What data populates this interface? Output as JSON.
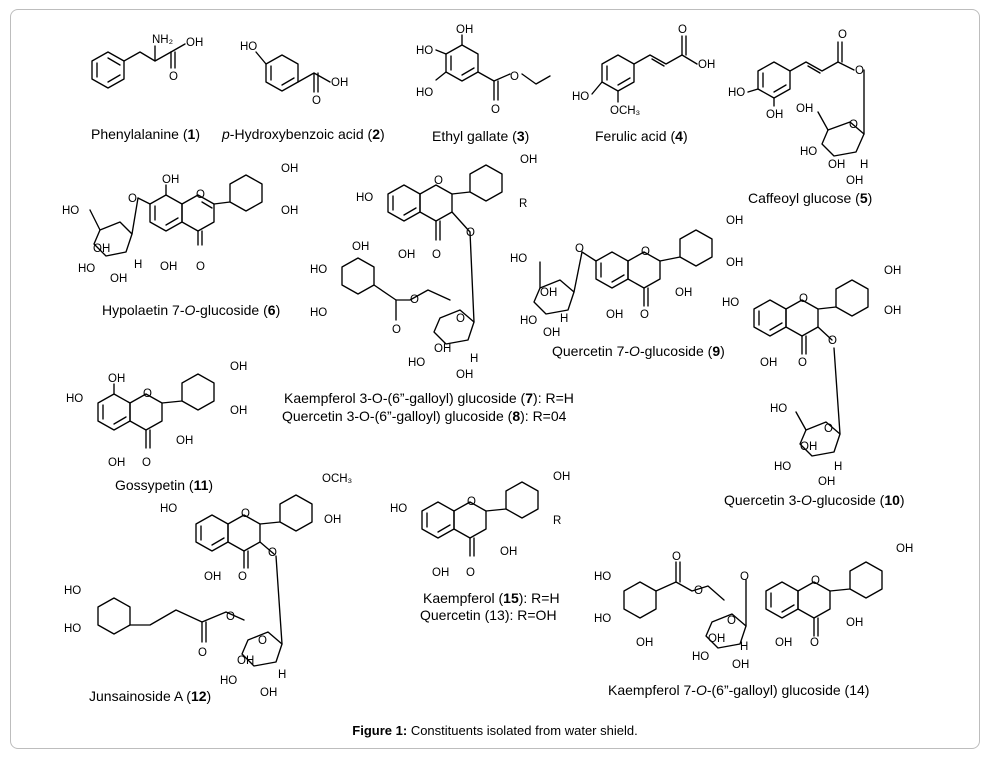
{
  "compounds": [
    {
      "pre": "",
      "name": "Phenylalanine",
      "num": "1",
      "suffix": ""
    },
    {
      "pre": "p",
      "name": "-Hydroxybenzoic acid",
      "num": "2",
      "suffix": ""
    },
    {
      "pre": "",
      "name": "Ethyl gallate",
      "num": "3",
      "suffix": ""
    },
    {
      "pre": "",
      "name": "Ferulic acid",
      "num": "4",
      "suffix": ""
    },
    {
      "pre": "",
      "name": "Caffeoyl glucose",
      "num": "5",
      "suffix": ""
    },
    {
      "pre": "",
      "name": "Hypolaetin 7-",
      "ital": "O",
      "name2": "-glucoside",
      "num": "6",
      "suffix": ""
    },
    {
      "pre": "",
      "name": "Kaempferol 3-O-(6”-galloyl) glucoside",
      "num": "7",
      "suffix": ": R=H"
    },
    {
      "pre": "",
      "name": "Quercetin 3-O-(6”-galloyl) glucoside",
      "num": "8",
      "suffix": ": R=04"
    },
    {
      "pre": "",
      "name": "Quercetin 7-",
      "ital": "O",
      "name2": "-glucoside",
      "num": "9",
      "suffix": ""
    },
    {
      "pre": "",
      "name": "Quercetin 3-",
      "ital": "O",
      "name2": "-glucoside",
      "num": "10",
      "suffix": ""
    },
    {
      "pre": "",
      "name": "Gossypetin",
      "num": "11",
      "suffix": ""
    },
    {
      "pre": "",
      "name": "Junsainoside A",
      "num": "12",
      "suffix": ""
    },
    {
      "pre": "",
      "name": "Kaempferol",
      "num": "15",
      "suffix": ": R=H"
    },
    {
      "pre": "",
      "name": "Quercetin (13): R=OH",
      "num": "",
      "suffix": ""
    },
    {
      "pre": "",
      "name": "Kaempferol 7-",
      "ital": "O",
      "name2": "-(6”-galloyl) glucoside (14)",
      "num": "",
      "suffix": ""
    }
  ],
  "atoms": {
    "oh": "OH",
    "ho": "HO",
    "o": "O",
    "nh2": "NH₂",
    "och3": "OCH₃",
    "r": "R",
    "h": "H"
  },
  "figure": {
    "label": "Figure 1:",
    "text": " Constituents isolated from water shield."
  }
}
